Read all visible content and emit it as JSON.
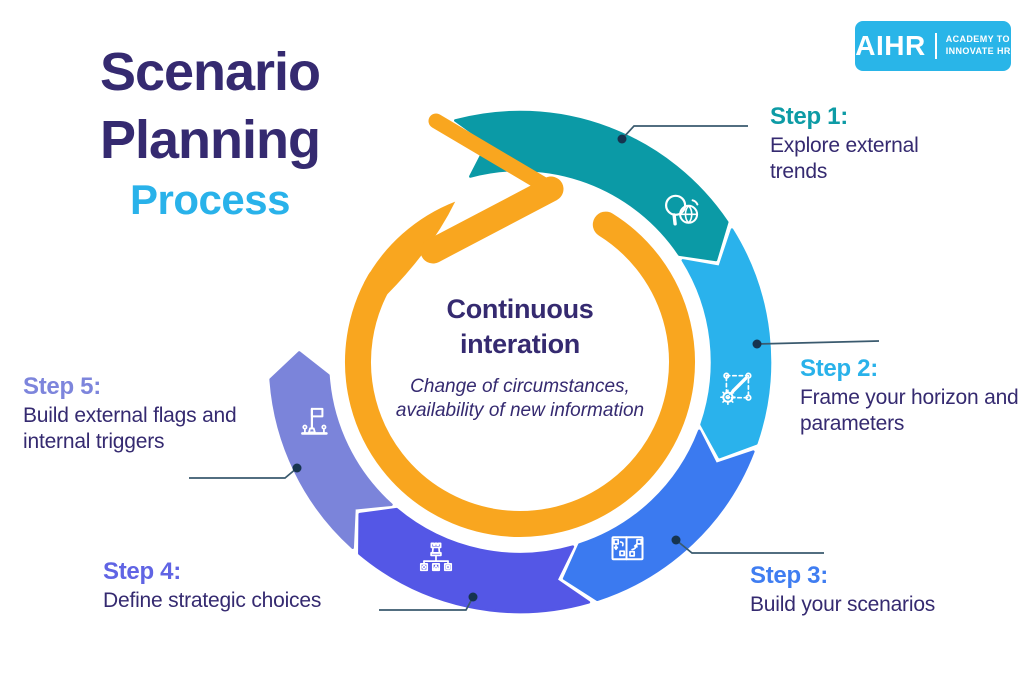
{
  "title": {
    "line1": "Scenario",
    "line2": "Planning",
    "line3": "Process"
  },
  "logo": {
    "brand": "AIHR",
    "tagline_line1": "ACADEMY TO",
    "tagline_line2": "INNOVATE HR"
  },
  "center": {
    "heading_line1": "Continuous",
    "heading_line2": "interation",
    "subtitle_line1": "Change of circumstances,",
    "subtitle_line2": "availability of new information"
  },
  "steps": [
    {
      "label": "Step 1:",
      "description": "Explore external trends",
      "color": "#0d9ba5",
      "segment_color": "#0b9aa6",
      "icon": "magnifier-globe-icon",
      "start_angle": 345,
      "end_angle": 56
    },
    {
      "label": "Step 2:",
      "description": "Frame your horizon and parameters",
      "color": "#29b2ea",
      "segment_color": "#2ab2ec",
      "icon": "frame-pencil-icon",
      "start_angle": 58,
      "end_angle": 109
    },
    {
      "label": "Step 3:",
      "description": "Build your scenarios",
      "color": "#3f7df1",
      "segment_color": "#3b7af0",
      "icon": "scenario-matrix-icon",
      "start_angle": 111,
      "end_angle": 162
    },
    {
      "label": "Step 4:",
      "description": "Define strategic choices",
      "color": "#6064e4",
      "segment_color": "#5457e6",
      "icon": "strategy-tree-icon",
      "start_angle": 164,
      "end_angle": 220
    },
    {
      "label": "Step 5:",
      "description": "Build external flags and internal triggers",
      "color": "#7d85dc",
      "segment_color": "#7b84da",
      "icon": "flag-trigger-icon",
      "start_angle": 222,
      "end_angle": 266
    }
  ],
  "colors": {
    "orange_arrow": "#f9a61f",
    "navy_text": "#352a70",
    "process_blue": "#29b2ea",
    "callout_line": "#3a5a6e",
    "callout_dot": "#16344f",
    "logo_bg": "#29b5e8",
    "icon_stroke": "#ffffff"
  }
}
